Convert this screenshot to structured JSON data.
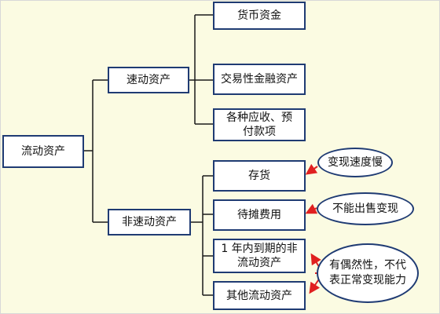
{
  "root": {
    "label": "流动资产"
  },
  "groups": [
    {
      "label": "速动资产",
      "items": [
        {
          "label": "货币资金"
        },
        {
          "label": "交易性金融资产"
        },
        {
          "label": "各种应收、预付款项"
        }
      ]
    },
    {
      "label": "非速动资产",
      "items": [
        {
          "label": "存货"
        },
        {
          "label": "待摊费用"
        },
        {
          "label": "1 年内到期的非流动资产"
        },
        {
          "label": "其他流动资产"
        }
      ]
    }
  ],
  "notes": [
    {
      "label": "变现速度慢",
      "target": "存货"
    },
    {
      "label": "不能出售变现",
      "target": "待摊费用"
    },
    {
      "label": "有偶然性，不代表正常变现能力",
      "target": "1 年内到期的非流动资产、其他流动资产"
    }
  ],
  "colors": {
    "box_border": "#1f3b73",
    "line": "#1a1a1a",
    "arrow": "#e02020",
    "background": "#fbfbe2"
  }
}
